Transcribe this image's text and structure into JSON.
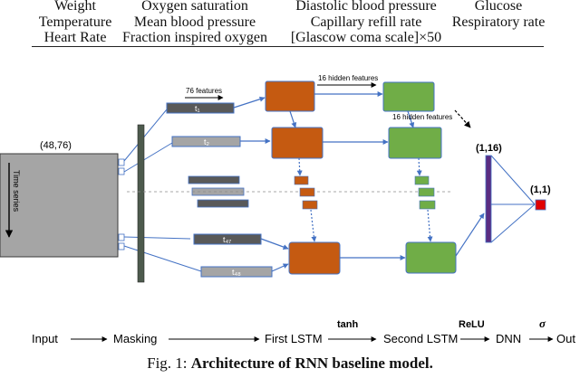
{
  "table": {
    "rows": [
      [
        "Weight",
        "Oxygen saturation",
        "Diastolic blood pressure",
        "Glucose"
      ],
      [
        "Temperature",
        "Mean blood pressure",
        "Capillary refill rate",
        "Respiratory rate"
      ],
      [
        "Heart Rate",
        "Fraction inspired oxygen",
        "[Glascow coma scale]×50",
        ""
      ]
    ]
  },
  "figure": {
    "input_shape": "(48,76)",
    "time_series_label": "Time series",
    "features_label": "76 features",
    "hidden_label_1": "16 hidden features",
    "hidden_label_2": "16 hidden features",
    "dense_shape": "(1,16)",
    "output_shape": "(1,1)",
    "timesteps": [
      "t₁",
      "t₂",
      "t₄₇",
      "t₄₈"
    ],
    "pipeline": {
      "stages": [
        "Input",
        "Masking",
        "First LSTM",
        "Second LSTM",
        "DNN",
        "Out"
      ],
      "activations": [
        "tanh",
        "ReLU",
        "σ"
      ]
    },
    "colors": {
      "lstm1": "#c55a11",
      "lstm2": "#70ad47",
      "input": "#a5a5a5",
      "input_bar": "#595959",
      "mask": "#4d5a4d",
      "dense": "#5a2d82",
      "output": "#e00000",
      "arrow": "#4472c4"
    }
  },
  "caption": {
    "prefix": "Fig. 1: ",
    "title": "Architecture of RNN baseline model."
  }
}
